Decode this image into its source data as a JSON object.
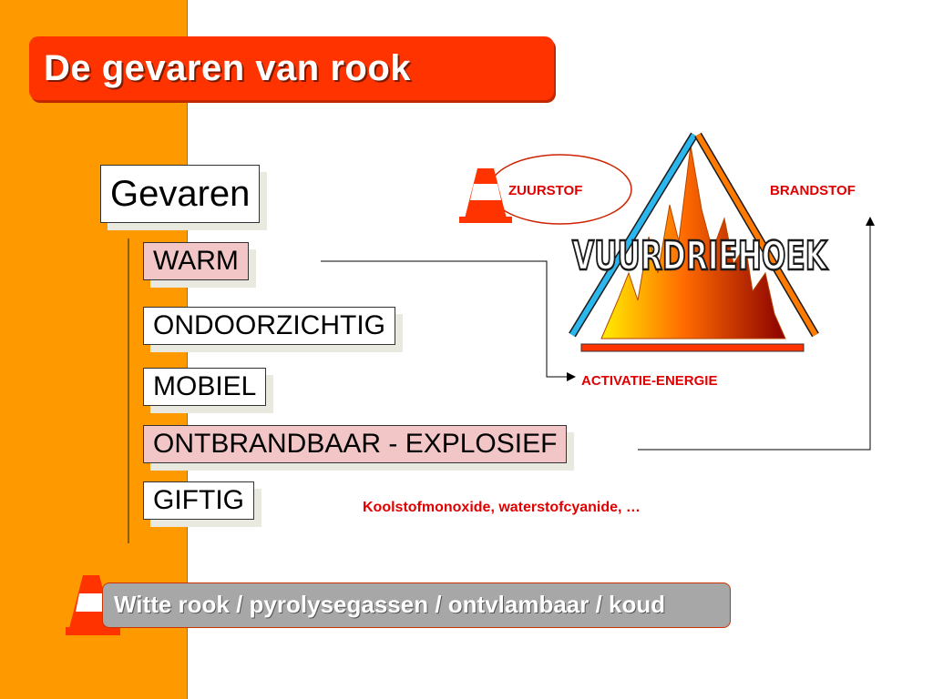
{
  "slide": {
    "title": "De gevaren van rook",
    "main_box": "Gevaren",
    "items": [
      {
        "label": "WARM"
      },
      {
        "label": "ONDOORZICHTIG"
      },
      {
        "label": "MOBIEL"
      },
      {
        "label": "ONTBRANDBAAR - EXPLOSIEF"
      },
      {
        "label": "GIFTIG"
      }
    ],
    "giftig_note": "Koolstofmonoxide, waterstofcyanide, …",
    "bottom_banner": "Witte rook / pyrolysegassen / ontvlambaar / koud"
  },
  "fire_triangle": {
    "title": "VUURDRIEHOEK",
    "zuurstof": "ZUURSTOF",
    "brandstof": "BRANDSTOF",
    "activatie": "ACTIVATIE-ENERGIE"
  },
  "colors": {
    "sidebar": "#ff9900",
    "title_bar": "#ff3300",
    "highlight_box": "#f2c6c6",
    "label_red": "#e00000",
    "label_orange": "#ff6600"
  }
}
